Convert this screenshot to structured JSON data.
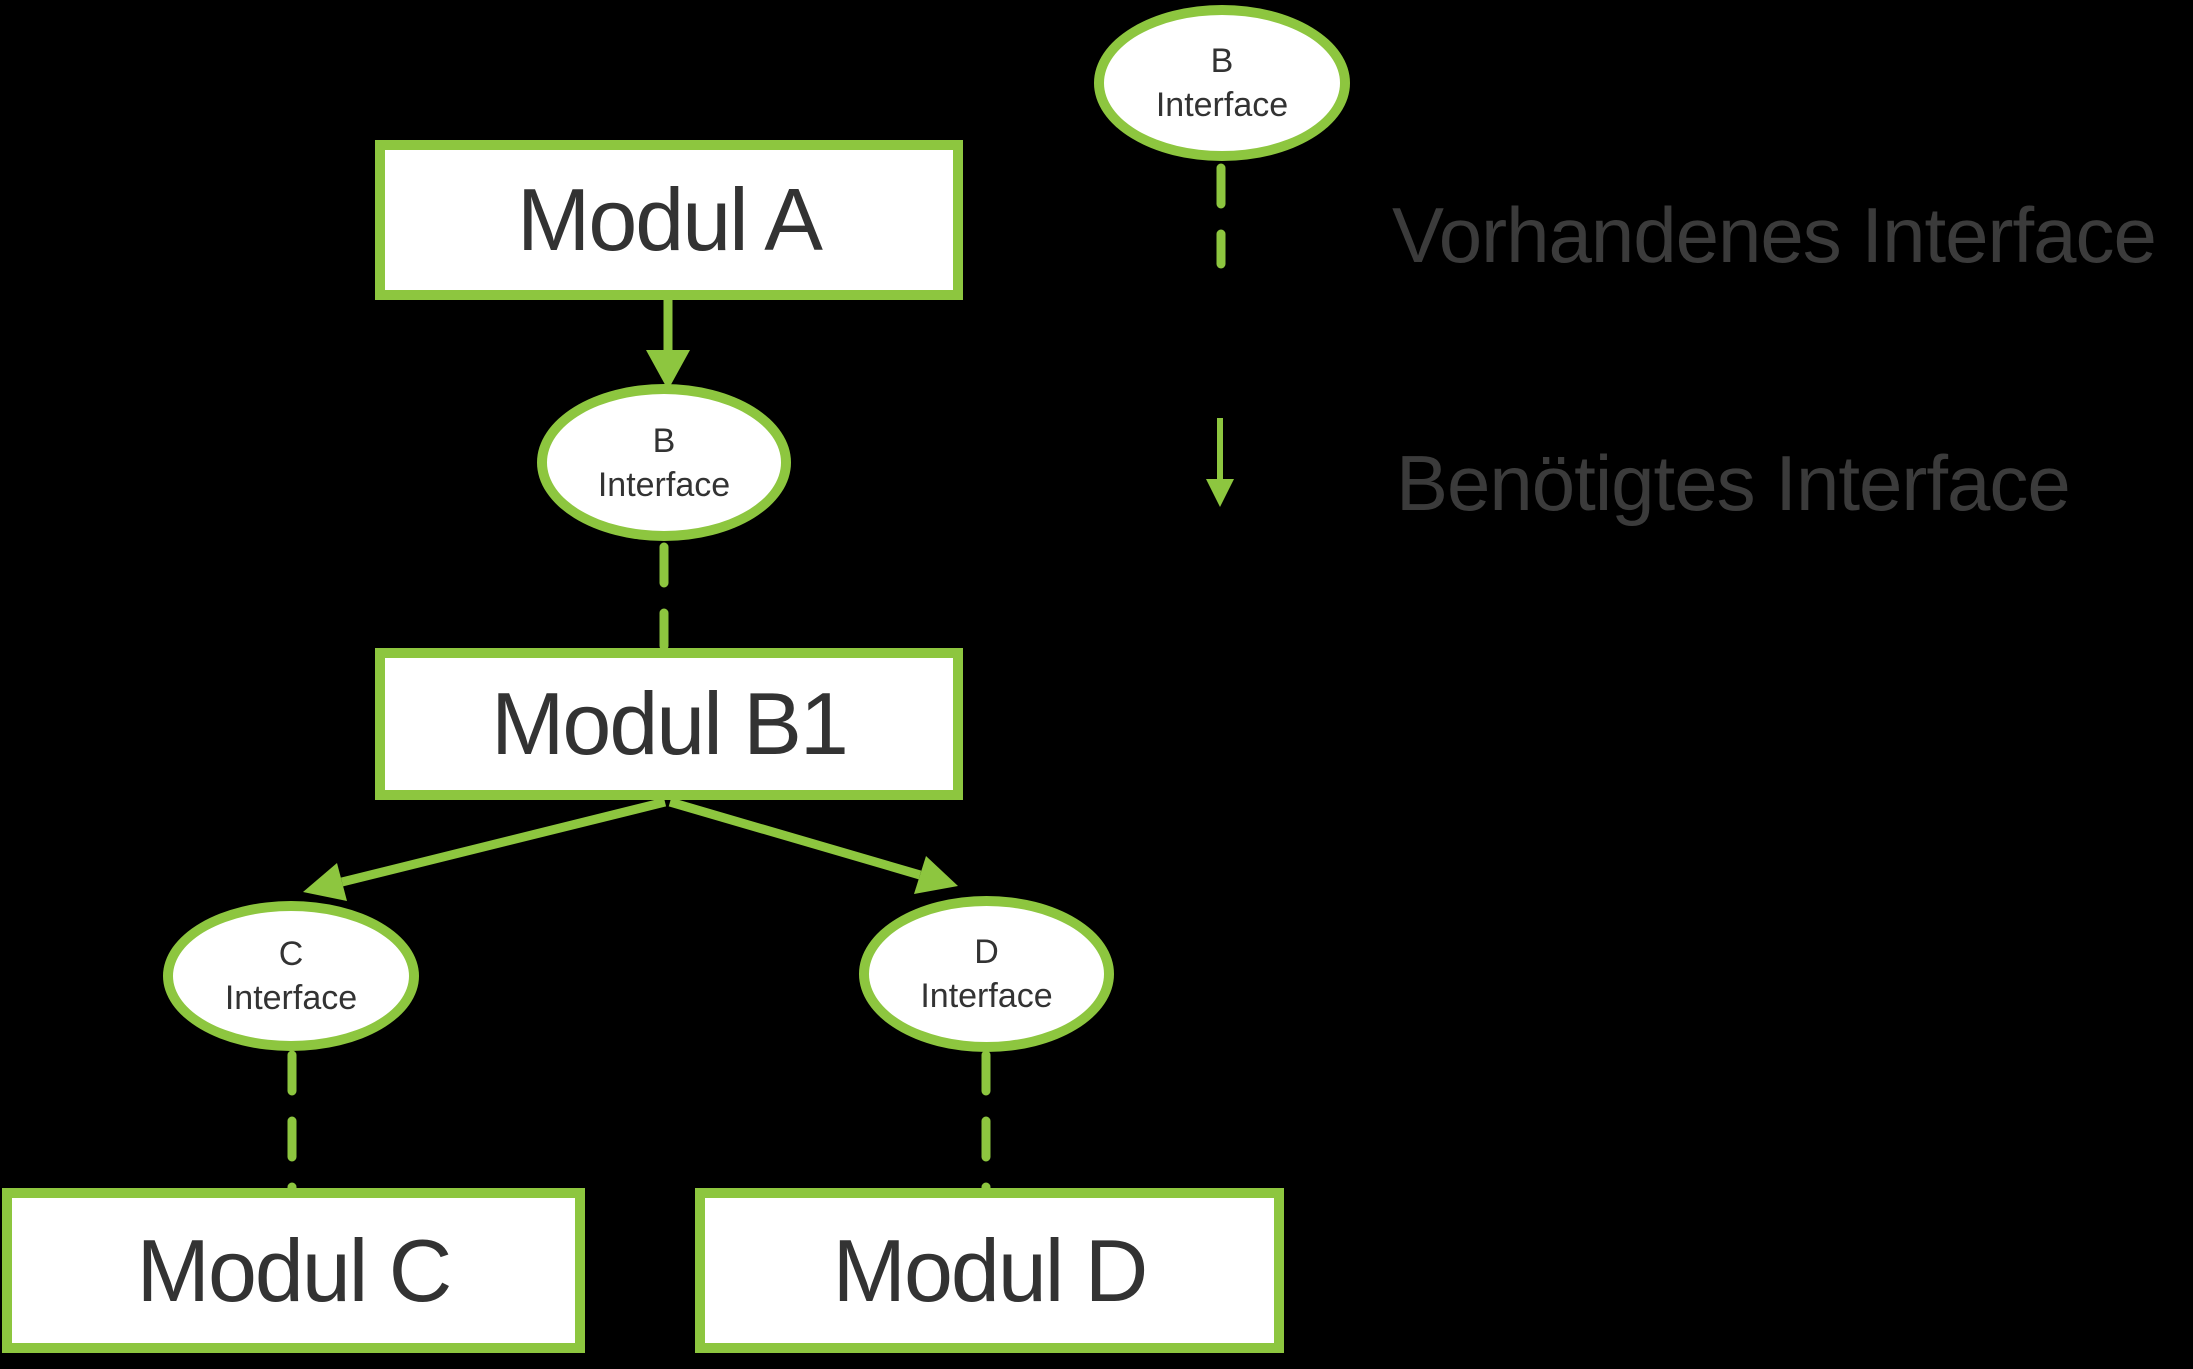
{
  "diagram": {
    "modules": {
      "a": "Modul A",
      "b1": "Modul B1",
      "c": "Modul C",
      "d": "Modul D"
    },
    "interfaces": {
      "b": {
        "line1": "B",
        "line2": "Interface"
      },
      "c": {
        "line1": "C",
        "line2": "Interface"
      },
      "d": {
        "line1": "D",
        "line2": "Interface"
      }
    },
    "legend": {
      "ellipse": {
        "line1": "B",
        "line2": "Interface"
      },
      "provided_label": "Vorhandenes Interface",
      "required_label": "Benötigtes Interface"
    },
    "colors": {
      "accent_green": "#8DC63F",
      "node_fill": "#FFFFFF",
      "node_text": "#333333",
      "legend_text": "#3B3B3B",
      "background": "#000000"
    }
  }
}
